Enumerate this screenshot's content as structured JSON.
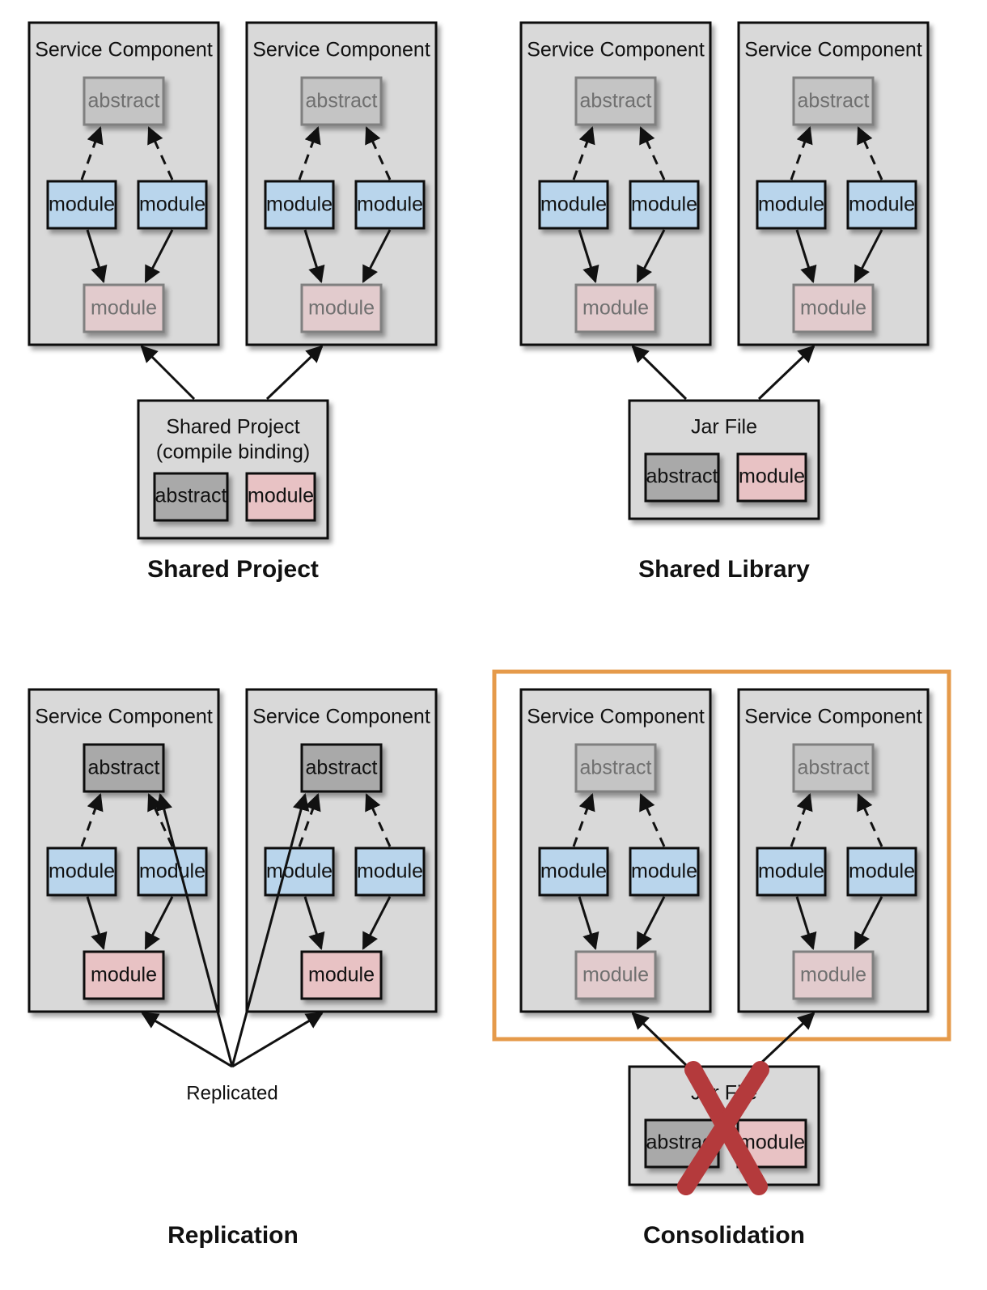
{
  "colors": {
    "container_fill": "#d9d9d9",
    "container_stroke": "#111111",
    "abstract_fill": "#a9a9a9",
    "abstract_faded_fill": "#c4c4c4",
    "module_blue_fill": "#b9d5ec",
    "module_pink_fill": "#e8c2c4",
    "module_pink_faded_fill": "#e2cbcd",
    "faded_stroke": "#808080",
    "faded_text": "#707070",
    "highlight_orange": "#e59a4a",
    "cross_red": "#b43a3c"
  },
  "panels": [
    {
      "id": "shared-project",
      "caption": "Shared Project",
      "components": [
        {
          "title": "Service Component",
          "abstract": "abstract",
          "module_left": "module",
          "module_right": "module",
          "module_bottom": "module",
          "faded": true
        },
        {
          "title": "Service Component",
          "abstract": "abstract",
          "module_left": "module",
          "module_right": "module",
          "module_bottom": "module",
          "faded": true
        }
      ],
      "source": {
        "title_line1": "Shared Project",
        "title_line2": "(compile binding)",
        "abstract": "abstract",
        "module": "module"
      }
    },
    {
      "id": "shared-library",
      "caption": "Shared Library",
      "components": [
        {
          "title": "Service Component",
          "abstract": "abstract",
          "module_left": "module",
          "module_right": "module",
          "module_bottom": "module",
          "faded": true
        },
        {
          "title": "Service Component",
          "abstract": "abstract",
          "module_left": "module",
          "module_right": "module",
          "module_bottom": "module",
          "faded": true
        }
      ],
      "source": {
        "title_line1": "Jar File",
        "abstract": "abstract",
        "module": "module"
      }
    },
    {
      "id": "replication",
      "caption": "Replication",
      "components": [
        {
          "title": "Service Component",
          "abstract": "abstract",
          "module_left": "module",
          "module_right": "module",
          "module_bottom": "module",
          "faded": false
        },
        {
          "title": "Service Component",
          "abstract": "abstract",
          "module_left": "module",
          "module_right": "module",
          "module_bottom": "module",
          "faded": false
        }
      ],
      "source_label": "Replicated"
    },
    {
      "id": "consolidation",
      "caption": "Consolidation",
      "highlighted": true,
      "crossed_out": true,
      "components": [
        {
          "title": "Service Component",
          "abstract": "abstract",
          "module_left": "module",
          "module_right": "module",
          "module_bottom": "module",
          "faded": true
        },
        {
          "title": "Service Component",
          "abstract": "abstract",
          "module_left": "module",
          "module_right": "module",
          "module_bottom": "module",
          "faded": true
        }
      ],
      "source": {
        "title_line1": "Jar File",
        "abstract": "abstract",
        "module": "module"
      }
    }
  ]
}
